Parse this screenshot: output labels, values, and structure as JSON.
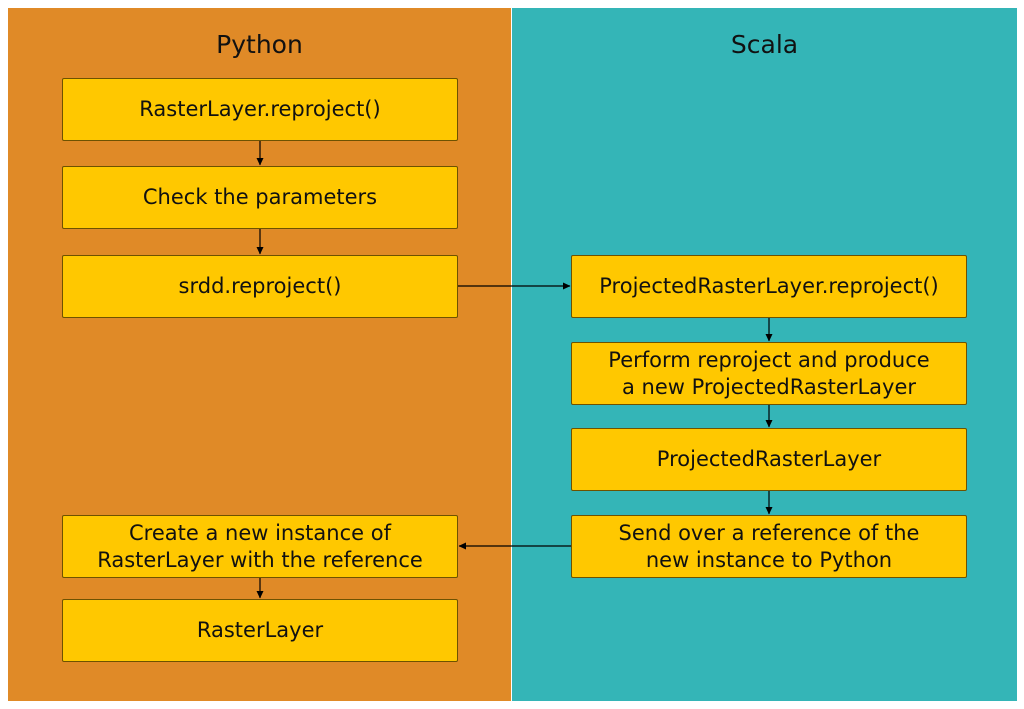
{
  "lanes": {
    "python": {
      "title": "Python",
      "color": "#E08A27"
    },
    "scala": {
      "title": "Scala",
      "color": "#34B5B7"
    }
  },
  "nodes": {
    "rasterlayer_reproject": "RasterLayer.reproject()",
    "check_parameters": "Check the parameters",
    "srdd_reproject": "srdd.reproject()",
    "projected_reproject": "ProjectedRasterLayer.reproject()",
    "perform_reproject": {
      "line1": "Perform reproject and produce",
      "line2": "a new ProjectedRasterLayer"
    },
    "projected_rasterlayer": "ProjectedRasterLayer",
    "send_reference": {
      "line1": "Send over a reference of the",
      "line2": "new instance to Python"
    },
    "create_instance": {
      "line1": "Create a new instance of",
      "line2": "RasterLayer with the reference"
    },
    "rasterlayer": "RasterLayer"
  },
  "colors": {
    "node_fill": "#FFC800",
    "node_border": "#6E5200",
    "edge": "#000000"
  }
}
